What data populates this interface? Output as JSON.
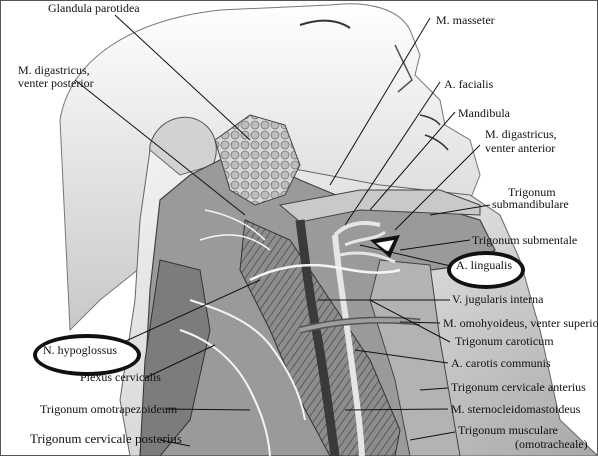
{
  "labels": {
    "glandula_parotidea": "Glandula parotidea",
    "digastricus_post_1": "M. digastricus,",
    "digastricus_post_2": "venter posterior",
    "masseter": "M. masseter",
    "facialis": "A. facialis",
    "mandibula": "Mandibula",
    "digastricus_ant_1": "M. digastricus,",
    "digastricus_ant_2": "venter anterior",
    "trigonum_subm_1": "Trigonum",
    "trigonum_subm_2": "submandibulare",
    "trigonum_submentale": "Trigonum submentale",
    "lingualis": "A. lingualis",
    "jugularis": "V. jugularis interna",
    "omohyoideus": "M. omohyoideus, venter superior",
    "hypoglossus": "N. hypoglossus",
    "caroticum": "Trigonum caroticum",
    "carotis": "A. carotis communis",
    "plexus": "Plexus cervicalis",
    "cervicale_ant": "Trigonum cervicale anterius",
    "omotrapezoideum": "Trigonum omotrapezoideum",
    "sternocleido": "M. sternocleidomastoideus",
    "musculare_1": "Trigonum musculare",
    "musculare_2": "(omotracheale)",
    "cervicale_post": "Trigonum cervicale posterius"
  },
  "colors": {
    "ink": "#111111",
    "skin_light": "#e4e4e4",
    "skin_mid": "#b5b5b5",
    "skin_dark": "#6e6e6e",
    "deep": "#3a3a3a"
  }
}
